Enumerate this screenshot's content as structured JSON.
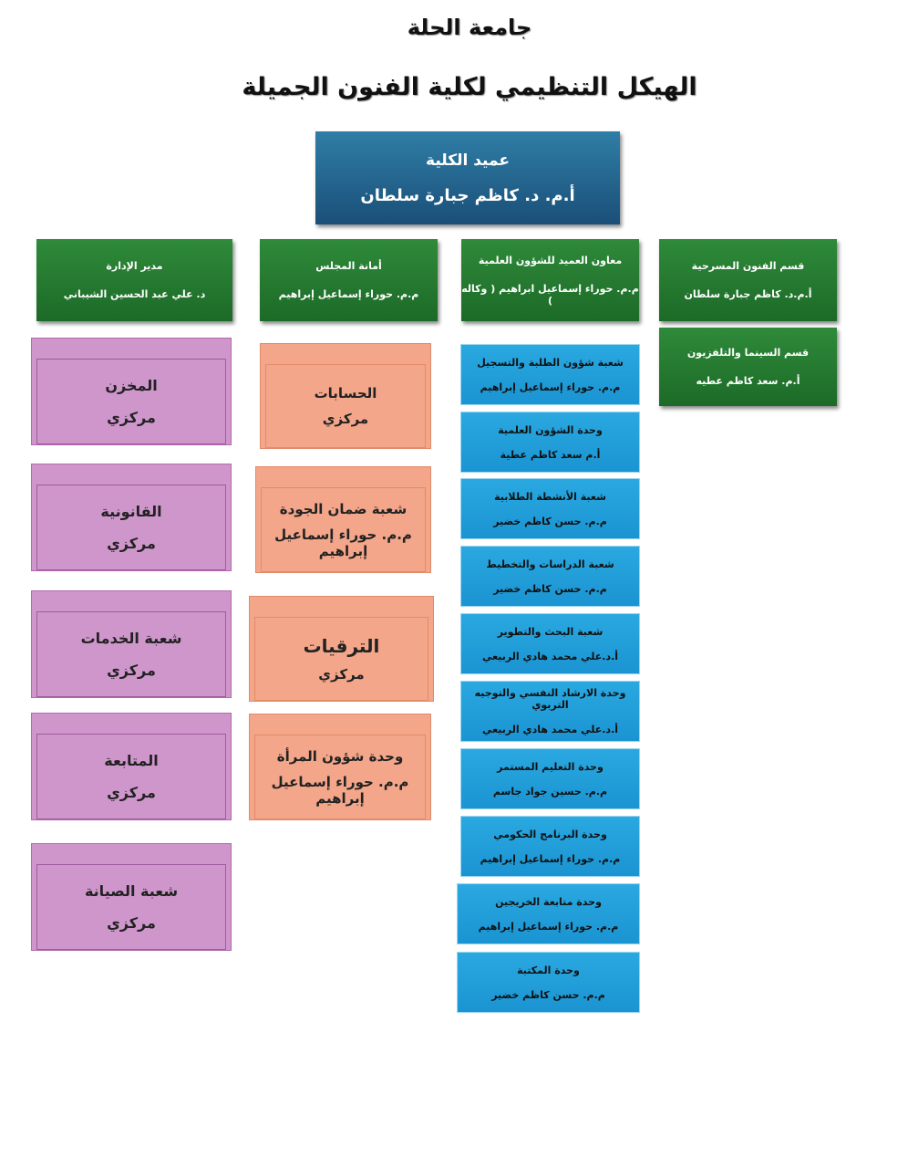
{
  "title": "جامعة الحلة",
  "subtitle": "الهيكل التنظيمي لكلية الفنون الجميلة",
  "dean": {
    "title": "عميد الكلية",
    "name": "أ.م. د. كاظم جبارة سلطان"
  },
  "green": [
    {
      "title": "مدير الإدارة",
      "name": "د. علي عبد الحسين الشيباني"
    },
    {
      "title": "أمانة المجلس",
      "name": "م.م. حوراء إسماعيل إبراهيم"
    },
    {
      "title": "معاون العميد للشؤون العلمية",
      "name": "م.م. حوراء إسماعيل ابراهيم ( وكاله )"
    },
    {
      "title": "قسم الفنون المسرحية",
      "name": "أ.م.د. كاظم جبارة سلطان"
    },
    {
      "title": "قسم السينما والتلفزيون",
      "name": "أ.م. سعد كاظم عطيه"
    }
  ],
  "purple": [
    {
      "title": "المخزن",
      "name": "مركزي"
    },
    {
      "title": "القانونية",
      "name": "مركزي"
    },
    {
      "title": "شعبة الخدمات",
      "name": "مركزي"
    },
    {
      "title": "المتابعة",
      "name": "مركزي"
    },
    {
      "title": "شعبة الصيانة",
      "name": "مركزي"
    }
  ],
  "orange": [
    {
      "title": "الحسابات",
      "name": "مركزي"
    },
    {
      "title": "شعبة ضمان الجودة",
      "name": "م.م. حوراء إسماعيل إبراهيم"
    },
    {
      "title": "الترقيات",
      "name": "مركزي"
    },
    {
      "title": "وحدة شؤون المرأة",
      "name": "م.م. حوراء إسماعيل إبراهيم"
    }
  ],
  "blue": [
    {
      "title": "شعبة شؤون الطلبة والتسجيل",
      "name": "م.م. حوراء إسماعيل إبراهيم"
    },
    {
      "title": "وحدة الشؤون العلمية",
      "name": "أ.م سعد كاظم عطية"
    },
    {
      "title": "شعبة الأنشطة الطلابية",
      "name": "م.م. حسن كاظم خضير"
    },
    {
      "title": "شعبة الدراسات والتخطيط",
      "name": "م.م. حسن كاظم خضير"
    },
    {
      "title": "شعبة البحث والتطوير",
      "name": "أ.د.علي محمد هادي الربيعي"
    },
    {
      "title": "وحدة الارشاد النفسي والتوجيه التربوي",
      "name": "أ.د.علي محمد هادي الربيعي"
    },
    {
      "title": "وحدة التعليم المستمر",
      "name": "م.م. حسين جواد جاسم"
    },
    {
      "title": "وحدة البرنامج الحكومي",
      "name": "م.م. حوراء إسماعيل إبراهيم"
    },
    {
      "title": "وحدة متابعة الخريجين",
      "name": "م.م. حوراء إسماعيل إبراهيم"
    },
    {
      "title": "وحدة المكتبة",
      "name": "م.م. حسن كاظم خضير"
    }
  ]
}
